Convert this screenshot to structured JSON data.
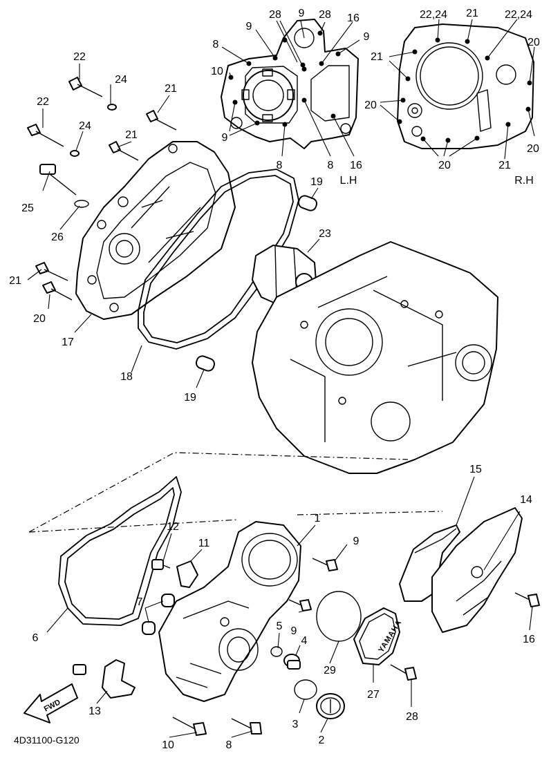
{
  "diagram_code": "4D31100-G120",
  "side_labels": {
    "left": "L.H",
    "right": "R.H"
  },
  "fwd_label": "FWD",
  "brand_mark": "YAMAHA",
  "callouts": [
    "22",
    "24",
    "21",
    "22",
    "24",
    "21",
    "25",
    "26",
    "19",
    "23",
    "21",
    "20",
    "17",
    "18",
    "19",
    "28",
    "9",
    "28",
    "16",
    "9",
    "9",
    "8",
    "10",
    "9",
    "8",
    "8",
    "16",
    "22,24",
    "21",
    "22,24",
    "20",
    "21",
    "20",
    "20",
    "21",
    "20",
    "15",
    "14",
    "1",
    "9",
    "12",
    "11",
    "7",
    "6",
    "5",
    "4",
    "9",
    "29",
    "16",
    "13",
    "27",
    "28",
    "3",
    "2",
    "10",
    "8"
  ]
}
